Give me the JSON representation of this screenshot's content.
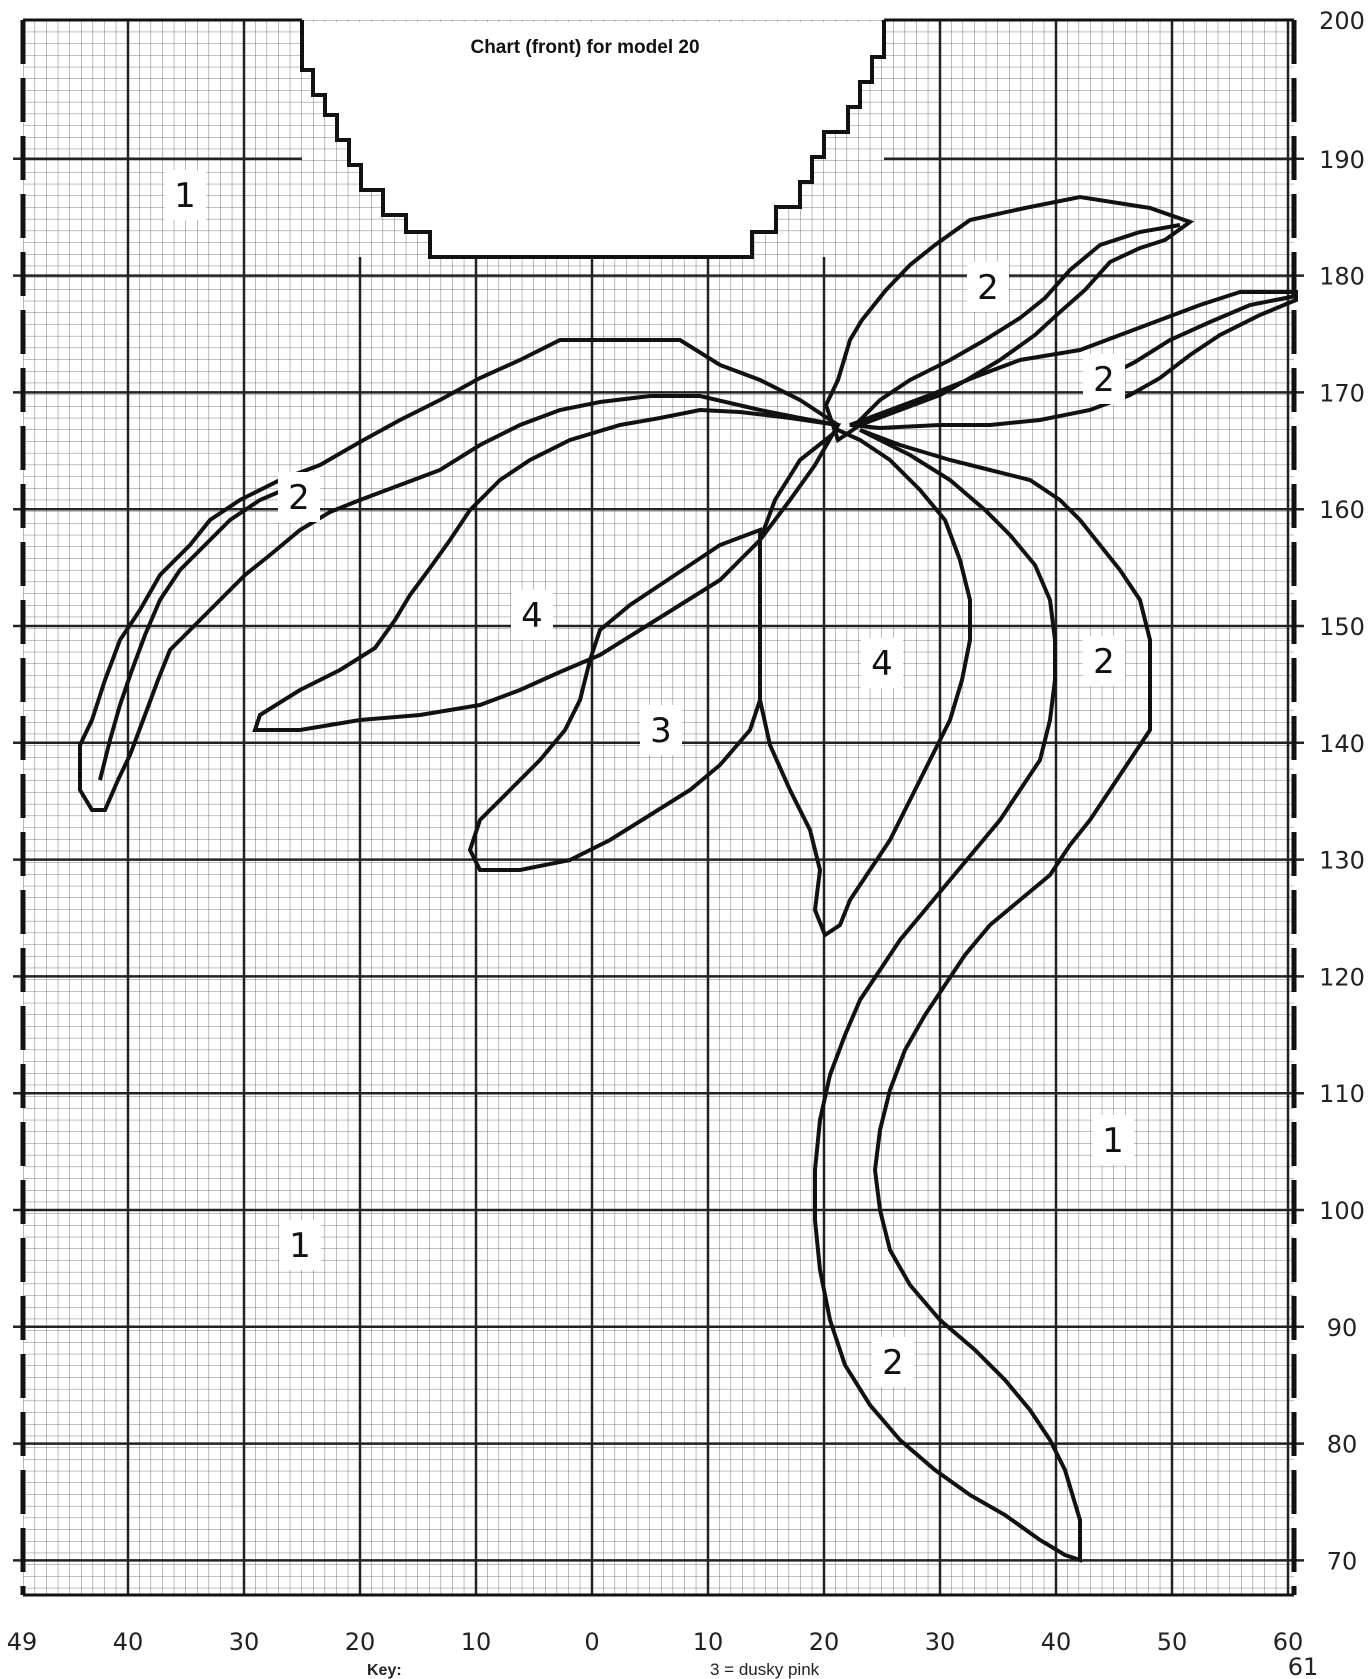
{
  "title": "Chart (front) for model 20",
  "x_axis_labels": [
    "49",
    "40",
    "30",
    "20",
    "10",
    "0",
    "10",
    "20",
    "30",
    "40",
    "50",
    "60"
  ],
  "x_axis_extra": "61",
  "y_axis_labels": [
    "200",
    "190",
    "180",
    "170",
    "160",
    "150",
    "140",
    "130",
    "120",
    "110",
    "100",
    "90",
    "80",
    "70"
  ],
  "region_labels": [
    "1",
    "1",
    "1",
    "2",
    "2",
    "2",
    "2",
    "2",
    "3",
    "4",
    "4"
  ],
  "key": {
    "heading": "Key:",
    "item_3": "3 = dusky pink"
  },
  "colors": {
    "ink": "#111111",
    "grid": "#333333",
    "paper": "#ffffff"
  }
}
